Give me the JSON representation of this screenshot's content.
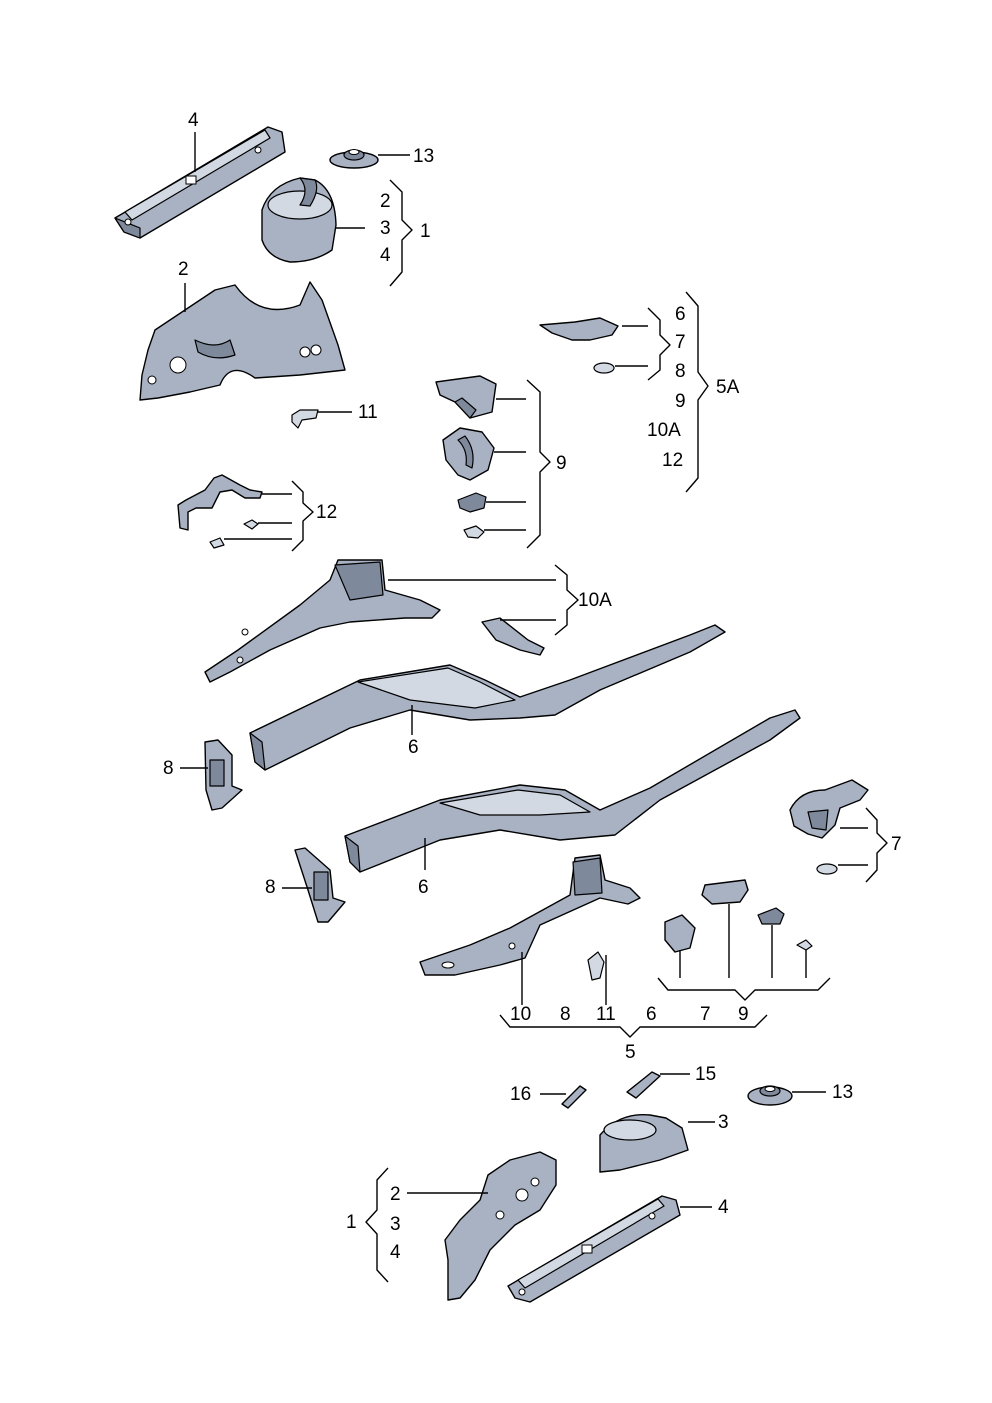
{
  "labels": {
    "top_sill_num": "4",
    "top_cap_num": "13",
    "top_brace_2": "2",
    "top_brace_3": "3",
    "top_brace_4": "4",
    "top_brace_group": "1",
    "arch_num": "2",
    "clip11_num": "11",
    "right_group_6": "6",
    "right_group_7": "7",
    "right_group_8": "8",
    "right_group_9": "9",
    "right_group_10a": "10A",
    "right_group_12": "12",
    "right_group_parent": "5A",
    "bracket_group9": "9",
    "bracket12_group": "12",
    "frame10a_group": "10A",
    "rail_upper_num": "6",
    "rail_lower_num": "6",
    "plate_upper_num": "8",
    "plate_lower_num": "8",
    "rear7_group": "7",
    "bottom_row_10": "10",
    "bottom_row_8": "8",
    "bottom_row_11": "11",
    "bottom_row_6": "6",
    "bottom_row_7": "7",
    "bottom_row_9": "9",
    "bottom_group_5": "5",
    "bolt16_num": "16",
    "stud15_num": "15",
    "cap13_num": "13",
    "tower3_num": "3",
    "bot_brace_2": "2",
    "bot_brace_3": "3",
    "bot_brace_4": "4",
    "bot_brace_group": "1",
    "bot_sill_num": "4"
  }
}
